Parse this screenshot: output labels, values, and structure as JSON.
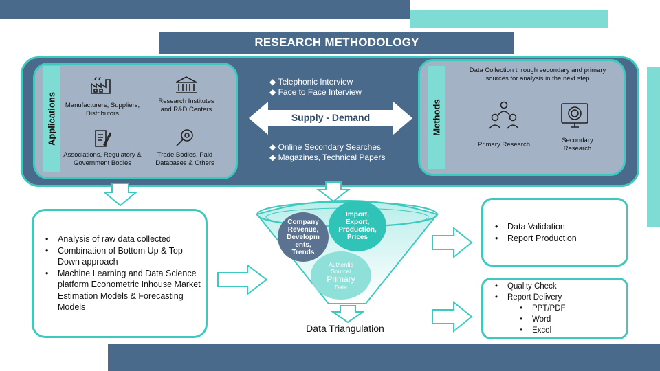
{
  "title": "RESEARCH METHODOLOGY",
  "applications": {
    "label": "Applications",
    "items": [
      {
        "icon": "factory-icon",
        "text": "Manufacturers, Suppliers, Distributors"
      },
      {
        "icon": "institution-icon",
        "text": "Research Institutes and R&D Centers"
      },
      {
        "icon": "document-icon",
        "text": "Associations, Regulatory & Government  Bodies"
      },
      {
        "icon": "magnifier-icon",
        "text": "Trade Bodies, Paid Databases & Others"
      }
    ]
  },
  "middle": {
    "top_items": [
      "Telephonic Interview",
      "Face to Face Interview"
    ],
    "arrow_label": "Supply - Demand",
    "bottom_items": [
      "Online Secondary Searches",
      "Magazines, Technical Papers"
    ]
  },
  "methods": {
    "label": "Methods",
    "description": "Data Collection through secondary and primary sources for analysis in the next step",
    "primary": "Primary Research",
    "secondary": "Secondary Research"
  },
  "analysis": {
    "items": [
      "Analysis of raw data collected",
      "Combination of Bottom Up & Top Down approach",
      "Machine Learning and Data Science platform Econometric Inhouse Market Estimation Models & Forecasting Models"
    ]
  },
  "funnel": {
    "circle_company": "Company Revenue, Developm ents, Trends",
    "circle_import": "Import, Export, Production, Prices",
    "circle_authentic_line1": "Authentic Source/",
    "circle_authentic_line2": "Primary",
    "circle_authentic_line3": "Data",
    "caption": "Data Triangulation"
  },
  "validation": {
    "items": [
      "Data Validation",
      "Report Production"
    ]
  },
  "delivery": {
    "items": [
      "Quality Check",
      "Report Delivery"
    ],
    "subitems": [
      "PPT/PDF",
      "Word",
      "Excel"
    ]
  },
  "colors": {
    "navy": "#4a6a8c",
    "teal": "#3ec9bf",
    "light_teal": "#7fdcd4",
    "panel_grey": "#a3b2c4",
    "circle_dark": "#5b7390",
    "circle_teal": "#2fc4b7",
    "circle_light": "#8fe0d9"
  }
}
